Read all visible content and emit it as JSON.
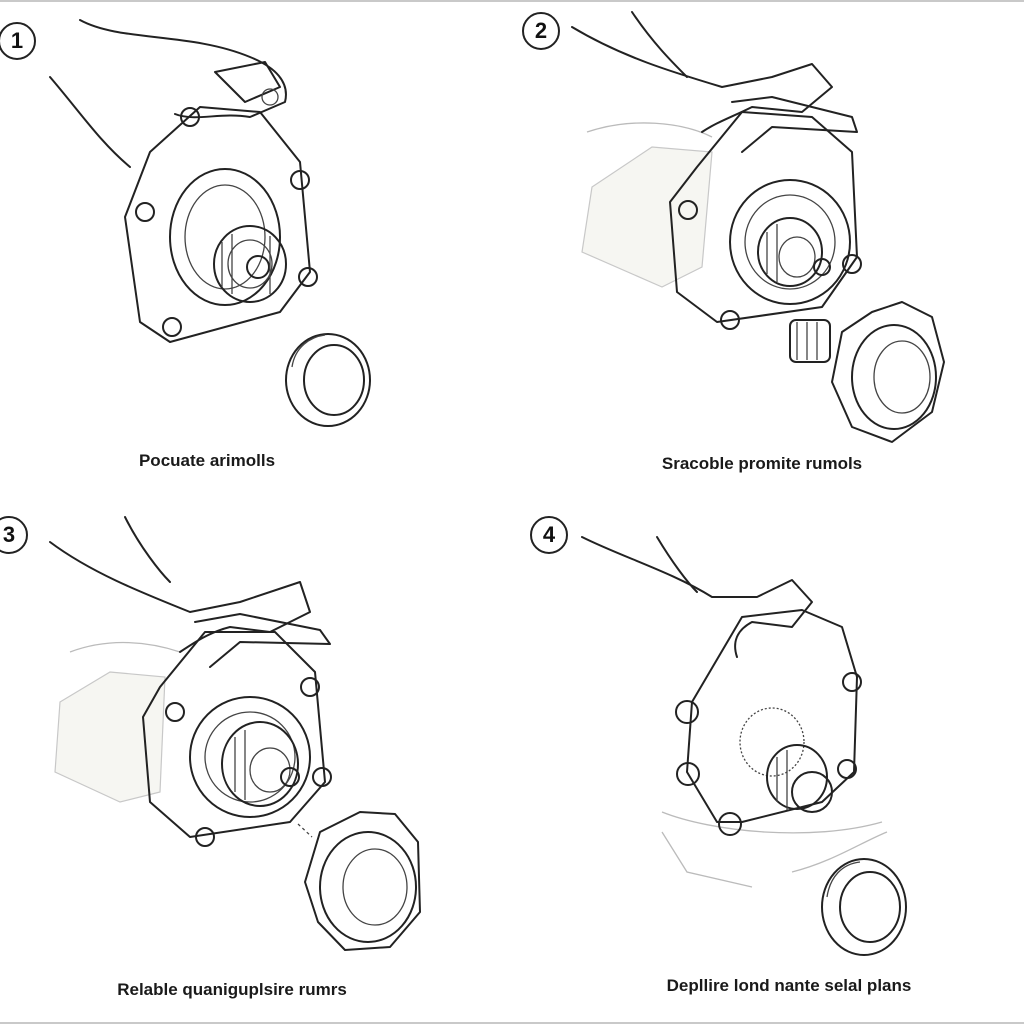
{
  "steps": [
    {
      "number": "1",
      "caption": "Pocuate arimolls"
    },
    {
      "number": "2",
      "caption": "Sracoble promite rumols"
    },
    {
      "number": "3",
      "caption": "Relable quaniguplsire rumrs"
    },
    {
      "number": "4",
      "caption": "Depllire lond nante selal plans"
    }
  ],
  "icons": {
    "hand": "hand-icon",
    "housing": "wheel-hub-housing-icon",
    "bearing": "wheel-bearing-icon",
    "seal": "seal-ring-icon"
  }
}
